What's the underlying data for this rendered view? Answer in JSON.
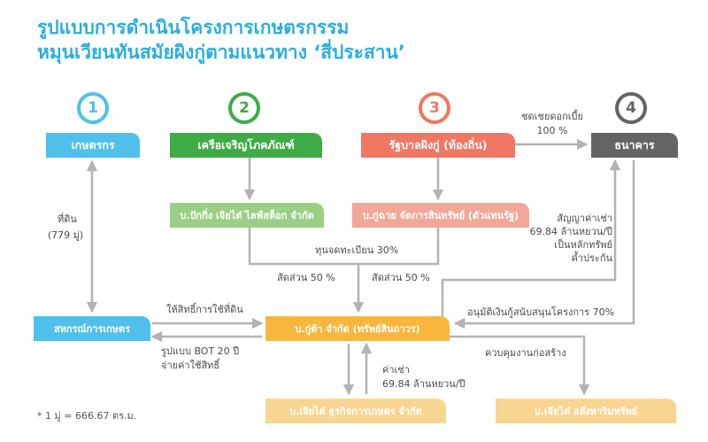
{
  "title": {
    "line1": "รูปแบบการดำเนินโครงการเกษตรกรรม",
    "line2": "หมุนเวียนทันสมัยผิงกู่ตามแนวทาง ‘สี่ประสาน’"
  },
  "colors": {
    "title": "#2aaee0",
    "blue": "#4fc0ea",
    "green": "#3fab46",
    "green_light": "#9ccf86",
    "red": "#f07763",
    "red_light": "#f2a898",
    "gray": "#636466",
    "orange": "#f8b63d",
    "orange_light": "#f9d592",
    "arrow": "#b3b3b3"
  },
  "numbers": [
    "1",
    "2",
    "3",
    "4"
  ],
  "boxes": {
    "farmers": "เกษตรกร",
    "conglomerate": "เครือเจริญโภคภัณฑ์",
    "gov": "รัฐบาลผิงกู่ (ท้องถิ่น)",
    "bank": "ธนาคาร",
    "cp_sub": "บ.ปักกิ่ง เจียไต๋ ไลฟ์สต็อก จำกัด",
    "gov_sub": "บ.กู่ฉาย จัดการสินทรัพย์ (ตัวแทนรัฐ)",
    "coop": "สหกรณ์การเกษตร",
    "gute": "บ.กู่ต้า จำกัด (ทรัพย์สินถาวร)",
    "chia_tai_business": "บ.เจียไต๋ ธุรกิจการเกษตร จำกัด",
    "chia_tai_realestate": "บ.เจียไต๋ อสังหาริมทรัพย์"
  },
  "labels": {
    "subsidy": "ชดเชยดอกเบี้ย",
    "subsidy_pct": "100 %",
    "land": "ที่ดิน",
    "land_area": "(779 มู่)",
    "capital": "ทุนจดทะเบียน 30%",
    "share_left": "สัดส่วน 50 %",
    "share_right": "สัดส่วน 50 %",
    "lease_contract_1": "สัญญาค่าเช่า",
    "lease_contract_2": "69.84 ล้านหยวน/ปี",
    "lease_contract_3": "เป็นหลักทรัพย์",
    "lease_contract_4": "ค้ำประกัน",
    "land_rights": "ให้สิทธิ์การใช้ที่ดิน",
    "loan_approval": "อนุมัติเงินกู้สนับสนุนโครงการ 70%",
    "bot_1": "รูปแบบ BOT 20 ปี",
    "bot_2": "จ่ายค่าใช้สิทธิ์",
    "rent_1": "ค่าเช่า",
    "rent_2": "69.84 ล้านหยวน/ปี",
    "construction": "ควบคุมงานก่อสร้าง",
    "footnote": "* 1 มู่ ≈ 666.67 ตร.ม."
  }
}
